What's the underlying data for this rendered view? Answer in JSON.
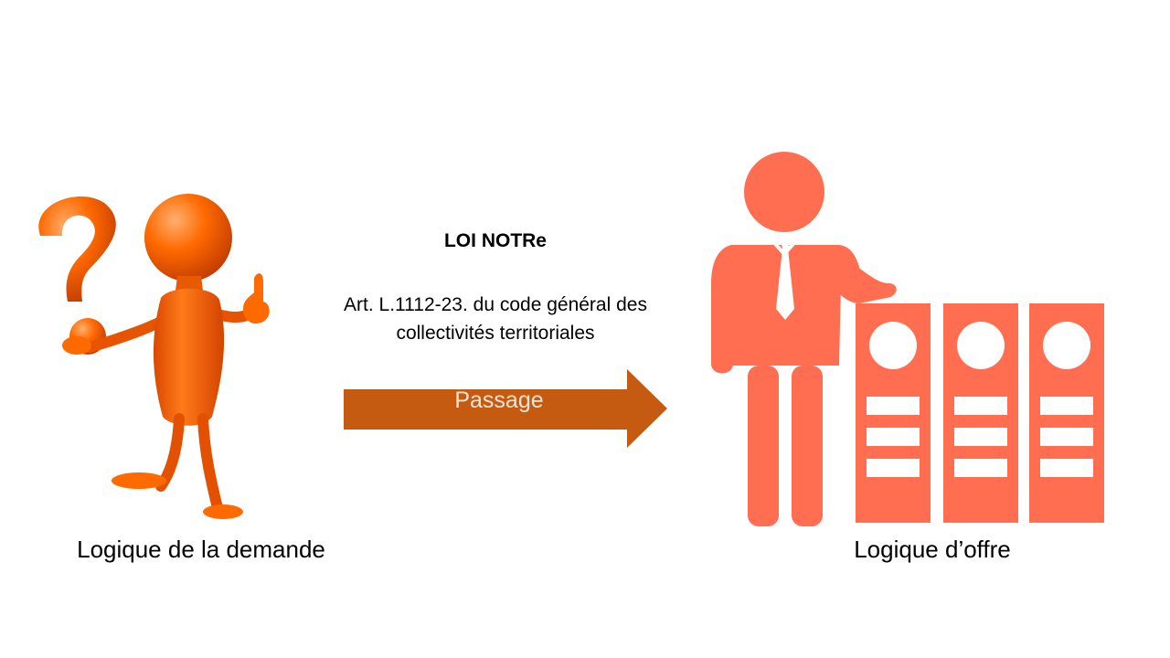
{
  "law": {
    "title": "LOI NOTRe",
    "article_line1": "Art. L.1112-23. du code général des",
    "article_line2": "collectivités territoriales"
  },
  "arrow": {
    "label": "Passage",
    "color": "#c55a11"
  },
  "left_figure": {
    "caption": "Logique de la demande",
    "icon": "question-figure-icon",
    "color": "#ff6600"
  },
  "right_figure": {
    "caption": "Logique d’offre",
    "icon": "businessman-with-files-icon",
    "color": "#ff6e50"
  }
}
